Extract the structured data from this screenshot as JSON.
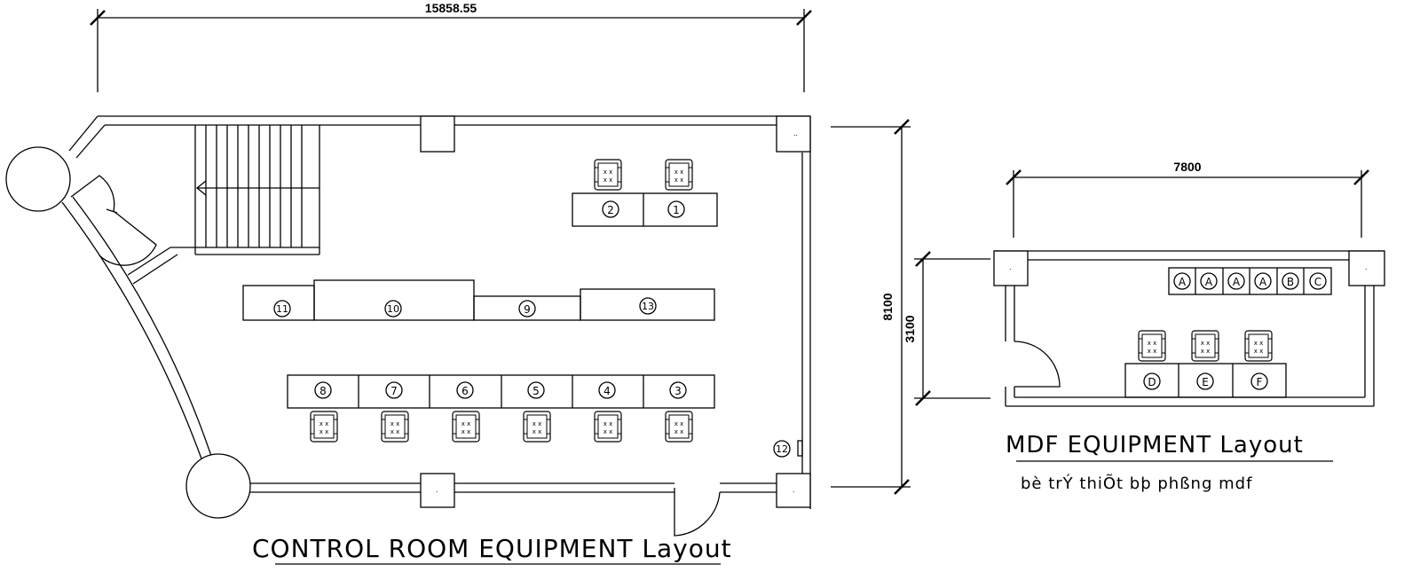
{
  "control_room": {
    "dim_top": "15858.55",
    "dim_right": "8100",
    "title": "CONTROL ROOM EQUIPMENT Layout",
    "desk_row_top": [
      "2",
      "1"
    ],
    "desk_row_middle": [
      "11",
      "10",
      "9",
      "13"
    ],
    "desk_row_bottom": [
      "8",
      "7",
      "6",
      "5",
      "4",
      "3"
    ],
    "wall_item": "12"
  },
  "mdf_room": {
    "dim_top": "7800",
    "dim_left": "3100",
    "title": "MDF EQUIPMENT Layout",
    "subtitle": "bè trÝ thiÕt bþ phßng mdf",
    "racks": [
      "A",
      "A",
      "A",
      "A",
      "B",
      "C"
    ],
    "desks": [
      "D",
      "E",
      "F"
    ]
  }
}
